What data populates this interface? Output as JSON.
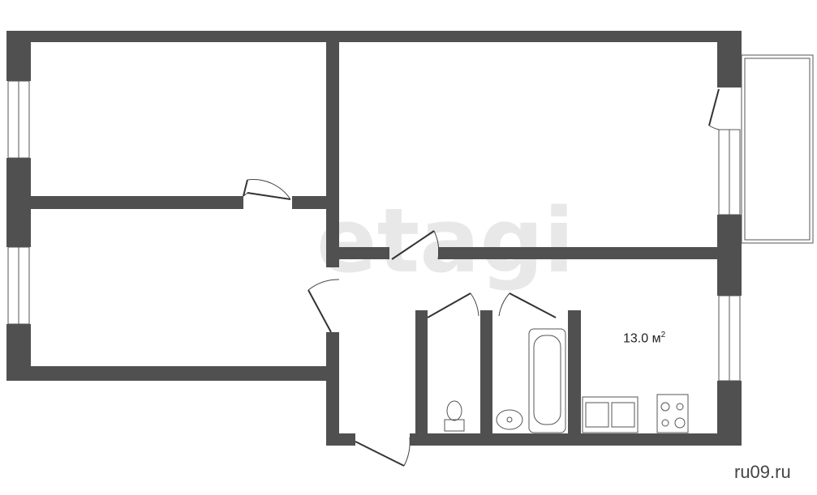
{
  "watermark": "etagi",
  "kitchen": {
    "area_value": "13.0 м",
    "area_unit_sup": "2"
  },
  "site": "ru09.ru",
  "colors": {
    "wall": "#505050"
  }
}
